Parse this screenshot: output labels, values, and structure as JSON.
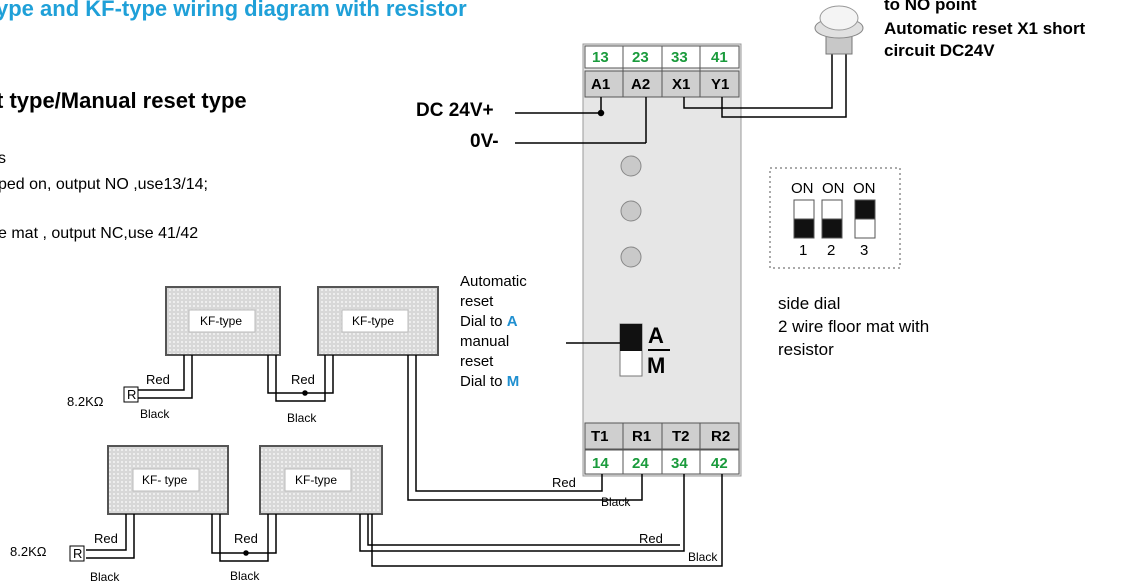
{
  "header": {
    "title": "ype and KF-type wiring diagram with resistor",
    "subtitle": "t type/Manual reset type"
  },
  "notes": [
    "s",
    "ped on,  output NO ,use13/14;",
    "e mat , output NC,use 41/42"
  ],
  "sensor_note": [
    "to NO point",
    "Automatic reset X1 short",
    "circuit DC24V"
  ],
  "power": {
    "positive": "DC 24V+",
    "negative": "0V-"
  },
  "relay": {
    "top_numbers": [
      "13",
      "23",
      "33",
      "41"
    ],
    "top_terminals": [
      "A1",
      "A2",
      "X1",
      "Y1"
    ],
    "bottom_terminals": [
      "T1",
      "R1",
      "T2",
      "R2"
    ],
    "bottom_numbers": [
      "14",
      "24",
      "34",
      "42"
    ],
    "dial_letters": {
      "auto": "A",
      "manual": "M"
    }
  },
  "dial_help": {
    "line1": "Automatic",
    "line2": "reset",
    "line3": "Dial to",
    "letter_auto": "A",
    "line4": "manual",
    "line5": "reset",
    "line6": "Dial to",
    "letter_manual": "M"
  },
  "dip_switch": {
    "on_labels": [
      "ON",
      "ON",
      "ON"
    ],
    "numbers": [
      "1",
      "2",
      "3"
    ]
  },
  "side_dial_text": [
    "side dial",
    "2 wire floor mat with",
    "resistor"
  ],
  "mats": [
    "KF-type",
    "KF-type",
    "KF- type",
    "KF-type"
  ],
  "resistor": {
    "letter": "R",
    "value_top": "8.2KΩ",
    "value_bottom": "8.2KΩ"
  },
  "wire_labels": {
    "red": "Red",
    "black": "Black"
  },
  "colors": {
    "title": "#1fa0d8",
    "terminal_number": "#1a9b3c",
    "dial_letter": "#1f8fd0"
  }
}
